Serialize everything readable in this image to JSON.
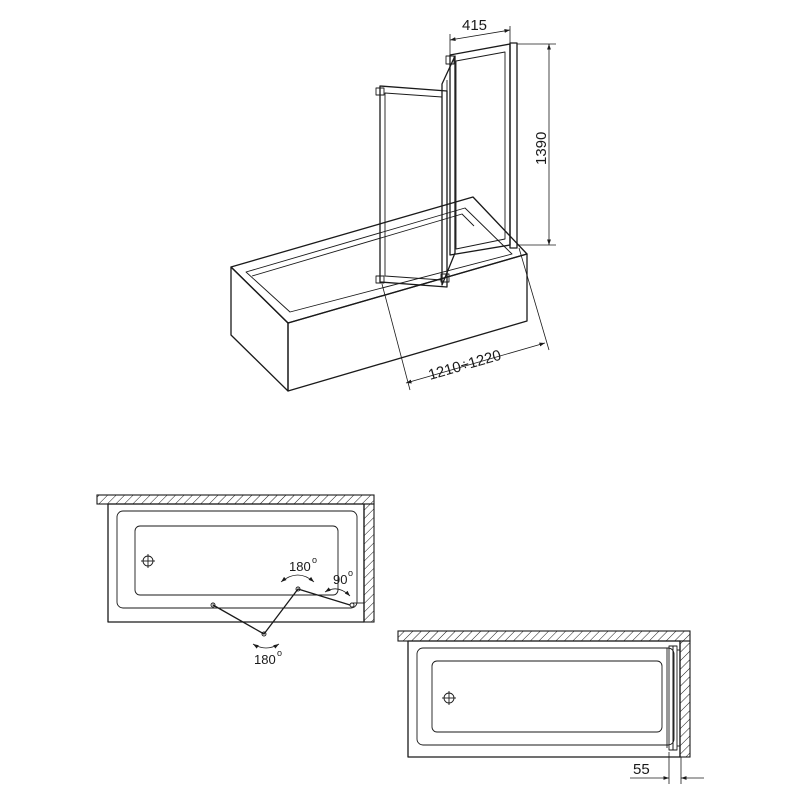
{
  "dimensions": {
    "panel_width": "415",
    "height": "1390",
    "total_width": "1210÷1220",
    "wall_offset": "55"
  },
  "angles": {
    "top_fold": "180",
    "side_fold": "90",
    "bottom_fold": "180",
    "degree_mark": "o"
  },
  "colors": {
    "line": "#1a1a1a",
    "background": "#ffffff"
  }
}
